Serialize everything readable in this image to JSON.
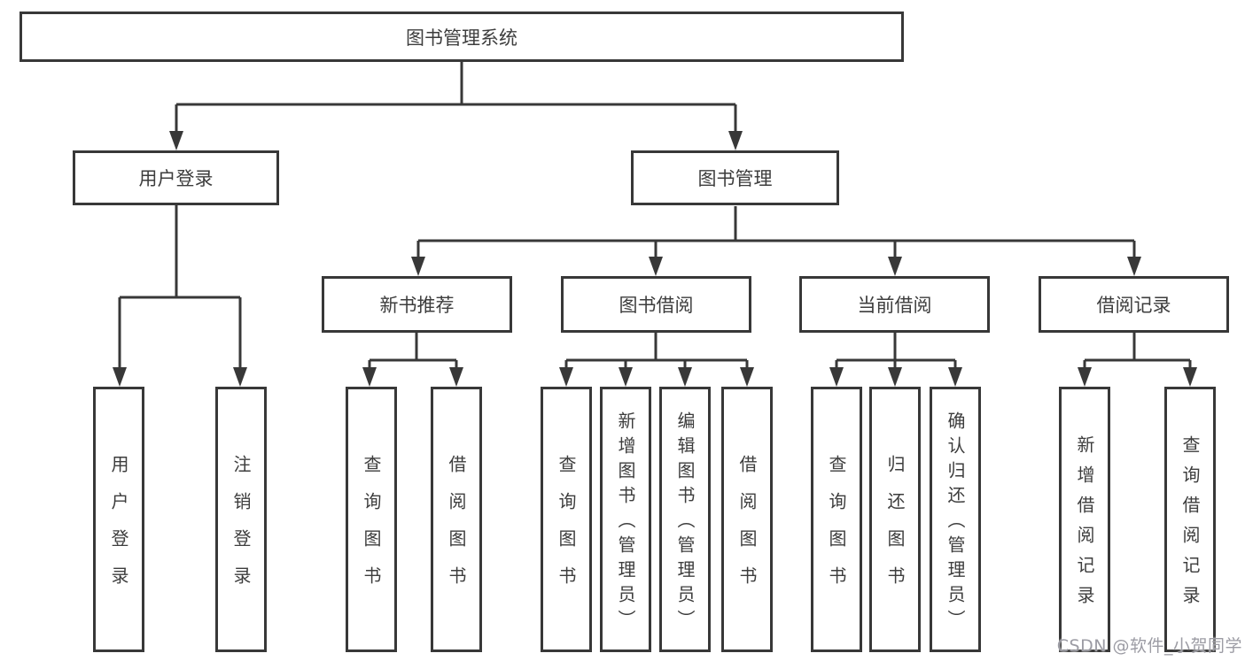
{
  "diagram": {
    "root": {
      "label": "图书管理系统"
    },
    "level2": [
      {
        "label": "用户登录"
      },
      {
        "label": "图书管理"
      }
    ],
    "level3": [
      {
        "label": "新书推荐"
      },
      {
        "label": "图书借阅"
      },
      {
        "label": "当前借阅"
      },
      {
        "label": "借阅记录"
      }
    ],
    "leaves": [
      {
        "label": "用户登录",
        "parent": "用户登录"
      },
      {
        "label": "注销登录",
        "parent": "用户登录"
      },
      {
        "label": "查询图书",
        "parent": "新书推荐"
      },
      {
        "label": "借阅图书",
        "parent": "新书推荐"
      },
      {
        "label": "查询图书",
        "parent": "图书借阅"
      },
      {
        "label": "新增图书（管理员）",
        "parent": "图书借阅"
      },
      {
        "label": "编辑图书（管理员）",
        "parent": "图书借阅"
      },
      {
        "label": "借阅图书",
        "parent": "图书借阅"
      },
      {
        "label": "查询图书",
        "parent": "当前借阅"
      },
      {
        "label": "归还图书",
        "parent": "当前借阅"
      },
      {
        "label": "确认归还（管理员）",
        "parent": "当前借阅"
      },
      {
        "label": "新增借阅记录",
        "parent": "借阅记录"
      },
      {
        "label": "查询借阅记录",
        "parent": "借阅记录"
      }
    ],
    "watermark": "CSDN @软件_小贺同学",
    "colors": {
      "line": "#383838",
      "text": "#3d3d3d",
      "watermark": "#9c9ca4",
      "background": "#ffffff"
    }
  }
}
